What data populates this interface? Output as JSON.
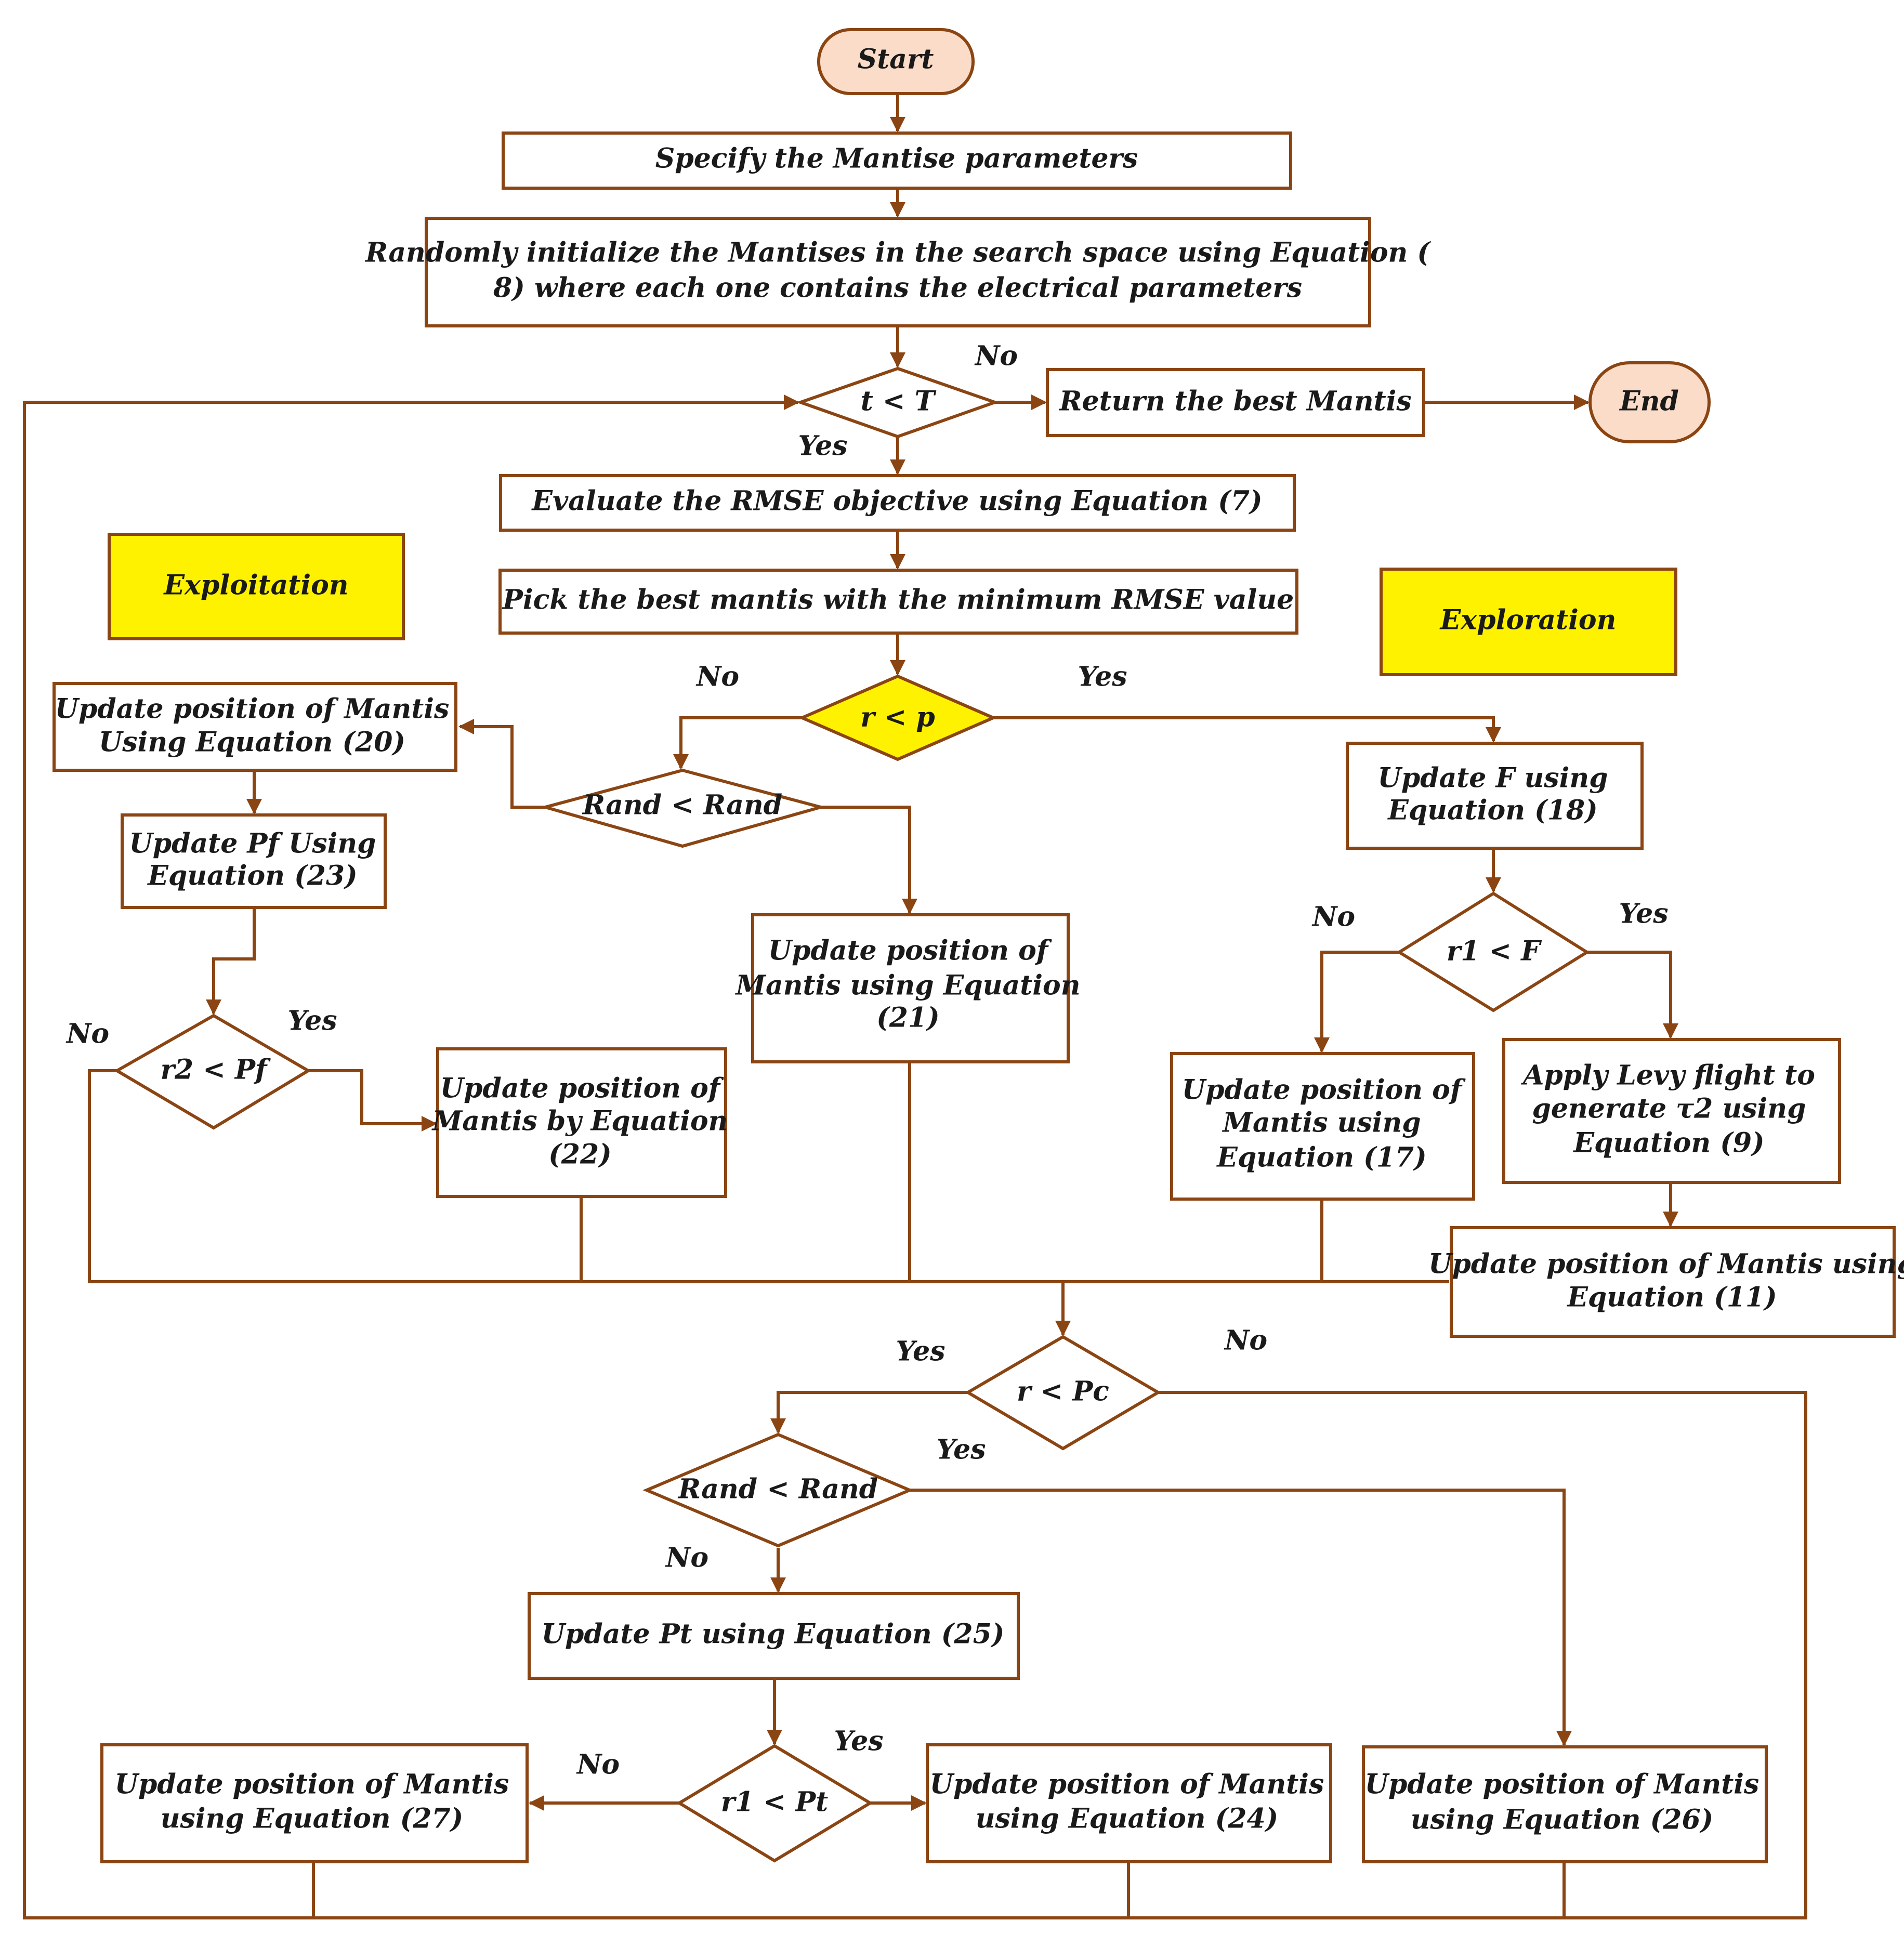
{
  "nodes": {
    "start": "Start",
    "specify": "Specify the Mantise parameters",
    "init_l1": "Randomly initialize the Mantises in the search space using Equation (",
    "init_l2": "8) where each one contains the electrical parameters",
    "t_lt_T": "t < T",
    "return_best": "Return the best Mantis",
    "end": "End",
    "evaluate": "Evaluate the RMSE objective using Equation (7)",
    "pick_best": "Pick the best mantis with the minimum RMSE value",
    "exploitation": "Exploitation",
    "exploration": "Exploration",
    "r_lt_p": "r < p",
    "rand_lt_rand_1": "Rand < Rand",
    "eq20_l1": "Update position of Mantis",
    "eq20_l2": "Using Equation (20)",
    "eq23_l1": "Update Pf Using",
    "eq23_l2": "Equation (23)",
    "r2_lt_pf": "r2 < Pf",
    "eq22_l1": "Update position of",
    "eq22_l2": "Mantis by Equation",
    "eq22_l3": "(22)",
    "eq21_l1": "Update position of",
    "eq21_l2": "Mantis using Equation",
    "eq21_l3": "(21)",
    "eq18_l1": "Update F using",
    "eq18_l2": "Equation (18)",
    "r1_lt_F": "r1 < F",
    "eq17_l1": "Update position of",
    "eq17_l2": "Mantis using",
    "eq17_l3": "Equation (17)",
    "levy_l1": "Apply Levy flight to",
    "levy_l2": "generate τ2 using",
    "levy_l3": "Equation (9)",
    "eq11_l1": "Update position of Mantis using",
    "eq11_l2": "Equation (11)",
    "r_lt_pc": "r < Pc",
    "rand_lt_rand_2": "Rand < Rand",
    "eq25": "Update Pt using Equation (25)",
    "r1_lt_pt": "r1 < Pt",
    "eq27_l1": "Update position of Mantis",
    "eq27_l2": "using Equation (27)",
    "eq24_l1": "Update position of Mantis",
    "eq24_l2": "using Equation (24)",
    "eq26_l1": "Update position of Mantis",
    "eq26_l2": "using Equation (26)"
  },
  "edge_labels": {
    "t_no": "No",
    "t_yes": "Yes",
    "rp_no": "No",
    "rp_yes": "Yes",
    "r2_no": "No",
    "r2_yes": "Yes",
    "r1f_no": "No",
    "r1f_yes": "Yes",
    "pc_yes": "Yes",
    "pc_no": "No",
    "rand2_yes": "Yes",
    "rand2_no": "No",
    "pt_no": "No",
    "pt_yes": "Yes"
  },
  "colors": {
    "line": "#8b4513",
    "terminal_fill": "#fbdcc8",
    "highlight_fill": "#fff200"
  }
}
